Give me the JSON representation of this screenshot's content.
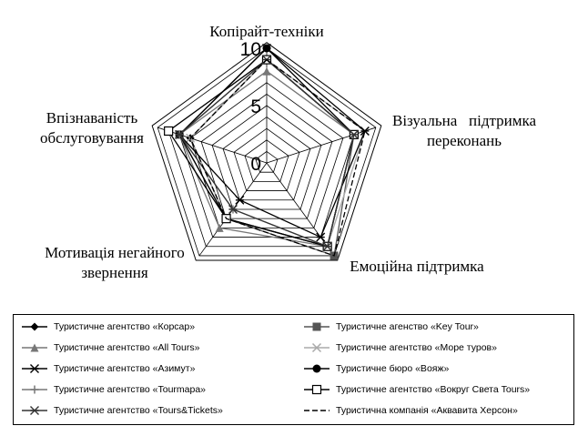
{
  "chart_data": {
    "type": "radar",
    "axes": [
      "Копірайт-техніки",
      "Візуальна підтримка переконань",
      "Емоційна підтримка",
      "Мотивація негайного звернення",
      "Впізнаваність обслуговування"
    ],
    "axis_label_lines": [
      [
        "Копірайт-техніки"
      ],
      [
        "Візуальна   підтримка",
        "переконань"
      ],
      [
        "Емоційна підтримка"
      ],
      [
        "Мотивація негайного",
        "звернення"
      ],
      [
        "Впізнаваність",
        "обслуговування"
      ]
    ],
    "range": [
      0,
      10
    ],
    "grid_levels": 10,
    "tick_labels": [
      "0",
      "5",
      "10"
    ],
    "legend_placement": "bottom",
    "series": [
      {
        "name": "Туристичне агентство «Корсар»",
        "marker": "diamond",
        "color": "#000000",
        "dash": "",
        "values": [
          9,
          8,
          9,
          6,
          7
        ]
      },
      {
        "name": "Туристичне агенство  «Key Tour»",
        "marker": "square",
        "color": "#555555",
        "dash": "",
        "values": [
          9,
          8,
          10,
          6,
          8
        ]
      },
      {
        "name": "Туристичне агентство «All Tours»",
        "marker": "triangle",
        "color": "#777777",
        "dash": "",
        "values": [
          8,
          8,
          9,
          7,
          8
        ]
      },
      {
        "name": "Туристичне агентство «Море туров»",
        "marker": "x",
        "color": "#aaaaaa",
        "dash": "",
        "values": [
          9,
          9,
          9,
          6,
          7
        ]
      },
      {
        "name": "Туристичне агентство «Азимут»",
        "marker": "star",
        "color": "#000000",
        "dash": "",
        "values": [
          10,
          9,
          8,
          4,
          8
        ]
      },
      {
        "name": "Туристичне бюро «Вояж»",
        "marker": "circle",
        "color": "#000000",
        "dash": "",
        "values": [
          10,
          8,
          9,
          6,
          8
        ]
      },
      {
        "name": "Туристичне агентство «Tourmapa»",
        "marker": "plus",
        "color": "#777777",
        "dash": "",
        "values": [
          9,
          8,
          9,
          5,
          8
        ]
      },
      {
        "name": "Туристичне агентство «Вокруг Света Tours»",
        "marker": "square-open",
        "color": "#000000",
        "dash": "",
        "values": [
          9,
          8,
          9,
          6,
          9
        ]
      },
      {
        "name": "Туристичне агентство «Tours&Tickets»",
        "marker": "star",
        "color": "#333333",
        "dash": "",
        "values": [
          9,
          8,
          9,
          5,
          8
        ]
      },
      {
        "name": "Туристична компанія «Аквавита Херсон»",
        "marker": "none",
        "color": "#000000",
        "dash": "6,3",
        "values": [
          9,
          9,
          10,
          6,
          7
        ]
      }
    ]
  }
}
